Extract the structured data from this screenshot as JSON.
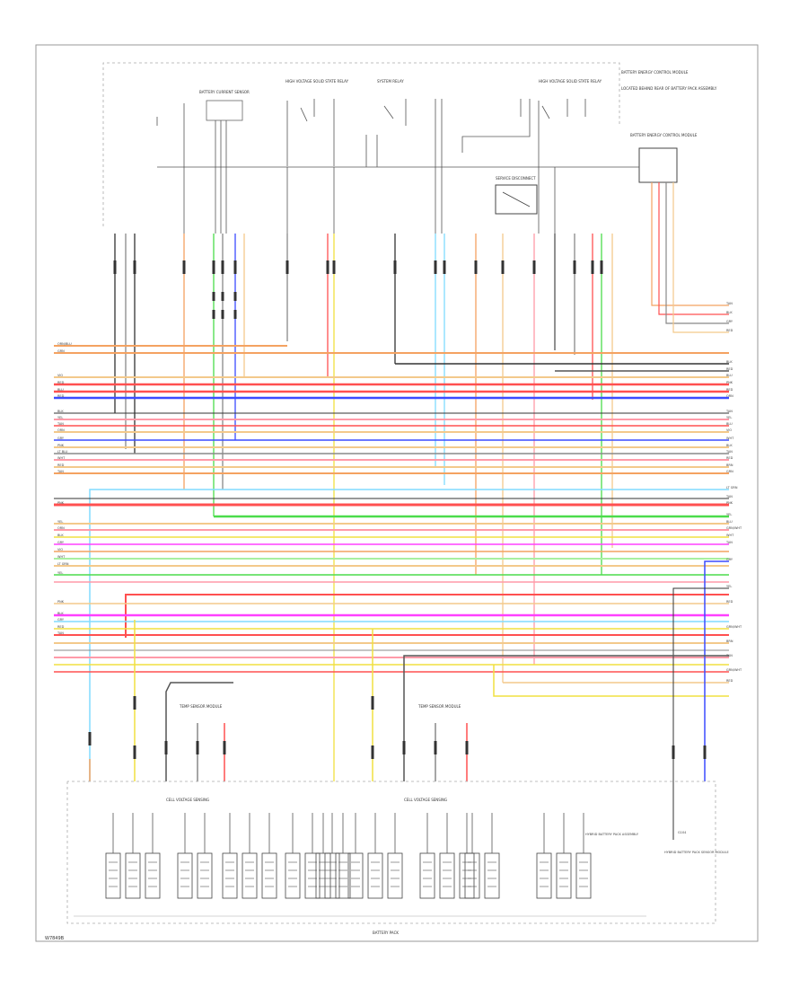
{
  "page_code": "W7849B",
  "components": {
    "battery_current_sensor": "BATTERY CURRENT SENSOR",
    "hv_relay_left": "HIGH VOLTAGE SOLID STATE RELAY",
    "hv_relay_right": "HIGH VOLTAGE SOLID STATE RELAY",
    "system_relay": "SYSTEM RELAY",
    "service_disconnect": "SERVICE DISCONNECT",
    "bsm_top_label": "BATTERY ENERGY CONTROL MODULE",
    "fuse_note": "LOCATED BEHIND REAR OF BATTERY PACK ASSEMBLY",
    "bsm_box": "BATTERY ENERGY CONTROL MODULE",
    "temp_sensor_left": "TEMP SENSOR MODULE",
    "temp_sensor_right": "TEMP SENSOR MODULE",
    "cell_group_left": "CELL VOLTAGE SENSING",
    "cell_group_right": "CELL VOLTAGE SENSING",
    "battery_pack": "BATTERY PACK",
    "gnd_note": "HYBRID BATTERY PACK ASSEMBLY",
    "right_module": "HYBRID BATTERY PACK SENSOR MODULE",
    "ground_label": "G104"
  },
  "wire_colors": {
    "orange": "#f4a261",
    "red": "#ff5050",
    "pink": "#ff9aa8",
    "blue": "#3b4cff",
    "lightblue": "#80dcff",
    "green": "#4cdc4c",
    "lightgreen": "#a8f0a0",
    "yellow": "#f0e040",
    "tan": "#f3c98b",
    "magenta": "#ff40ff",
    "gray": "#888888",
    "black": "#333333",
    "violet": "#b070ff"
  },
  "left_pin_labels": [
    "ORN/BLU",
    "GRN",
    "VIO",
    "RED",
    "BLU",
    "RED",
    "BLK",
    "YEL",
    "TAN",
    "ORN",
    "GRY",
    "PNK",
    "LT BLU",
    "WHT",
    "RED",
    "TAN",
    "PNK",
    "YEL",
    "ORN",
    "BLK",
    "GRY",
    "VIO",
    "WHT",
    "LT GRN",
    "YEL",
    "PNK",
    "BLK",
    "GRY",
    "RED",
    "TAN"
  ],
  "right_pin_labels": [
    "TAN",
    "BLK",
    "GRY",
    "RED",
    "BLK",
    "RED",
    "BLU",
    "PNK",
    "RED",
    "ORN",
    "TAN",
    "YEL",
    "BLU",
    "VIO",
    "WHT",
    "BLK",
    "TAN",
    "RED",
    "BRN",
    "GRN",
    "LT GRN",
    "TAN",
    "PNK",
    "YEL",
    "BLU",
    "GRN/WHT",
    "WHT",
    "TAN",
    "GRY",
    "YEL",
    "RED",
    "GRN/WHT",
    "BRN",
    "TAN",
    "GRN/WHT",
    "RED"
  ]
}
